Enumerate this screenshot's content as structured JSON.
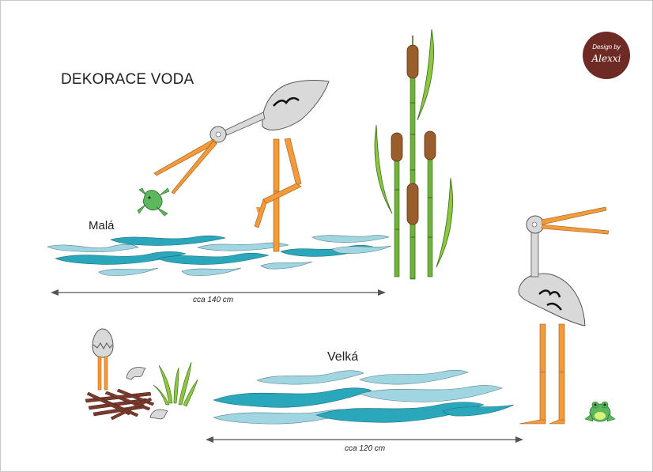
{
  "title": "DEKORACE VODA",
  "labels": {
    "small": "Malá",
    "large": "Velká",
    "small_size": "cca 140 cm",
    "large_size": "cca 120 cm"
  },
  "logo": {
    "line1": "Design by",
    "line2": "Alexxi",
    "color": "#6e2b25"
  },
  "colors": {
    "water_dark": "#2aa7bb",
    "water_light": "#9fd6e2",
    "leg": "#f39a3b",
    "bird_body": "#d9d9d9",
    "reed_stem": "#6fb33d",
    "reed_head": "#9a5e2c",
    "frog": "#5cb85c",
    "nest": "#7a3b2e"
  },
  "icons": [
    "heron-icon",
    "frog-icon",
    "cattail-icon",
    "egg-icon",
    "nest-icon",
    "grass-icon",
    "wave-icon",
    "arrow-icon"
  ]
}
